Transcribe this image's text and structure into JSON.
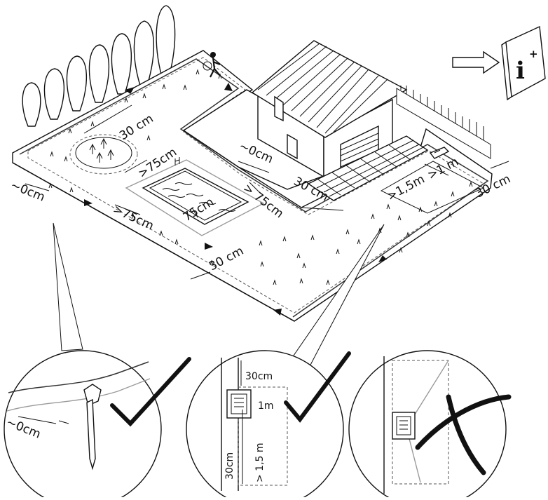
{
  "main": {
    "labels": {
      "plants_30cm": "30 cm",
      "plants_75cm": ">75cm",
      "left_0cm": "~0cm",
      "pool_left_75cm": ">75cm",
      "pool_75cm": "75cm",
      "pool_right_75cm": "> 75cm",
      "front_30cm": "30 cm",
      "house_0cm": "~0cm",
      "house_30cm": "30 cm",
      "station_1_5m": ">1,5m",
      "station_1m": ">1 m",
      "right_30cm": "30 cm"
    },
    "manual_icon": {
      "letter": "i",
      "plus": "+"
    }
  },
  "details": {
    "wire_peg": {
      "distance": "~0cm"
    },
    "station_ok": {
      "top": "30cm",
      "side": "1m",
      "front": "> 1,5 m",
      "edge": "30cm"
    }
  },
  "colors": {
    "line": "#111111",
    "grey": "#9a9a9a"
  }
}
